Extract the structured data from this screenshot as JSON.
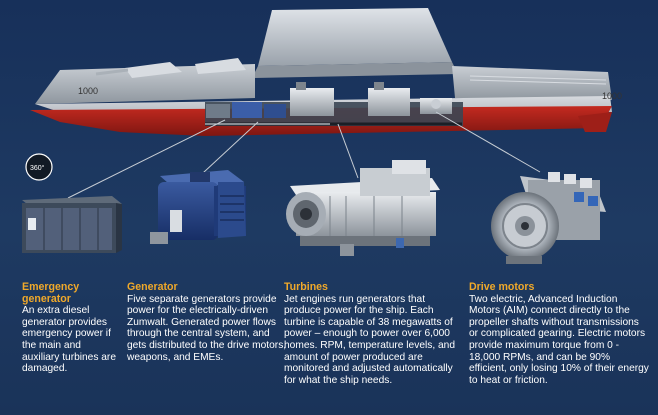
{
  "ship": {
    "hull_number_bow": "1000",
    "hull_number_stern": "1000"
  },
  "badge": {
    "label": "360°"
  },
  "sections": [
    {
      "title": "Emergency generator",
      "body": "An extra diesel generator provides emergency power if the main and auxiliary turbines are damaged."
    },
    {
      "title": "Generator",
      "body": "Five separate generators provide power for the electrically-driven Zumwalt. Generated power flows through the central system, and gets distributed to the drive motors, weapons, and EMEs."
    },
    {
      "title": "Turbines",
      "body": "Jet engines run generators that produce power for the ship. Each turbine is capable of 38 megawatts of power – enough to power over 6,000 homes. RPM, temperature levels, and amount of power produced are monitored and adjusted automatically for what the ship needs."
    },
    {
      "title": "Drive motors",
      "body": "Two electric, Advanced Induction Motors (AIM) connect directly to the propeller shafts without transmissions or complicated gearing. Electric motors provide maximum torque from 0 - 18,000 RPMs, and can be 90% efficient, only losing 10% of their energy to heat or friction."
    }
  ],
  "colors": {
    "heading": "#f0a92a",
    "background": "#1c3458",
    "hull_red": "#b5251c",
    "text": "#ffffff"
  }
}
